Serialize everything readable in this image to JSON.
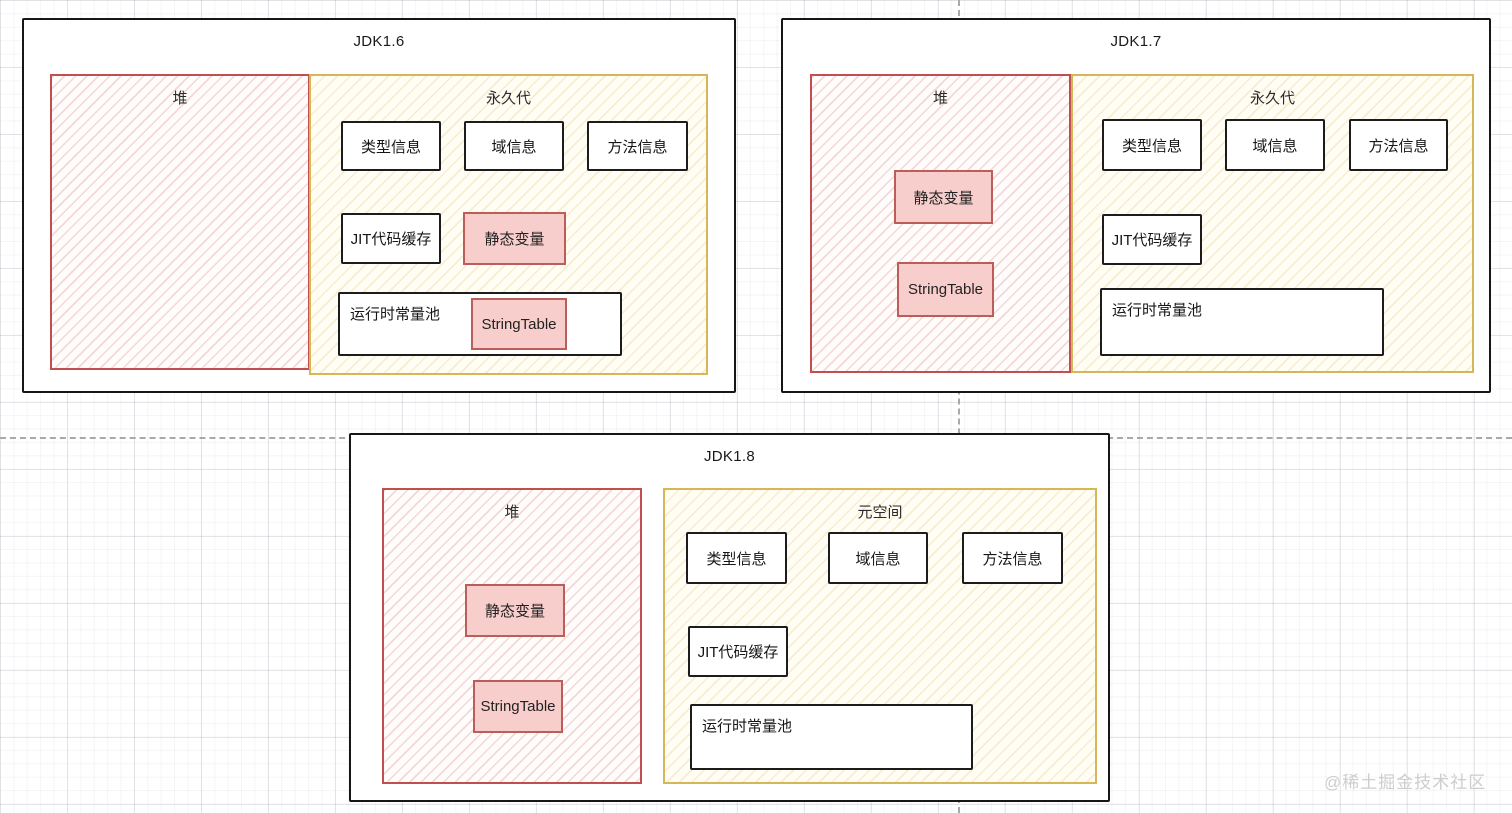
{
  "watermark": "@稀土掘金技术社区",
  "colors": {
    "heap_stroke": "#c0504d",
    "heap_fill_hatch": "#f3d2cf",
    "pink_fill": "#f8cecc",
    "pink_stroke": "#bb5e59",
    "method_area_stroke": "#d6b656",
    "method_area_fill_hatch": "#f6ecce",
    "box_stroke": "#1c1c1c"
  },
  "panels": [
    {
      "title": "JDK1.6",
      "heap": {
        "label": "堆"
      },
      "area": {
        "label": "永久代",
        "info_boxes": [
          "类型信息",
          "域信息",
          "方法信息"
        ],
        "jit": "JIT代码缓存",
        "static_vars": "静态变量",
        "runtime_pool": "运行时常量池",
        "string_table": "StringTable"
      }
    },
    {
      "title": "JDK1.7",
      "heap": {
        "label": "堆",
        "static_vars": "静态变量",
        "string_table": "StringTable"
      },
      "area": {
        "label": "永久代",
        "info_boxes": [
          "类型信息",
          "域信息",
          "方法信息"
        ],
        "jit": "JIT代码缓存",
        "runtime_pool": "运行时常量池"
      }
    },
    {
      "title": "JDK1.8",
      "heap": {
        "label": "堆",
        "static_vars": "静态变量",
        "string_table": "StringTable"
      },
      "area": {
        "label": "元空间",
        "info_boxes": [
          "类型信息",
          "域信息",
          "方法信息"
        ],
        "jit": "JIT代码缓存",
        "runtime_pool": "运行时常量池"
      }
    }
  ]
}
